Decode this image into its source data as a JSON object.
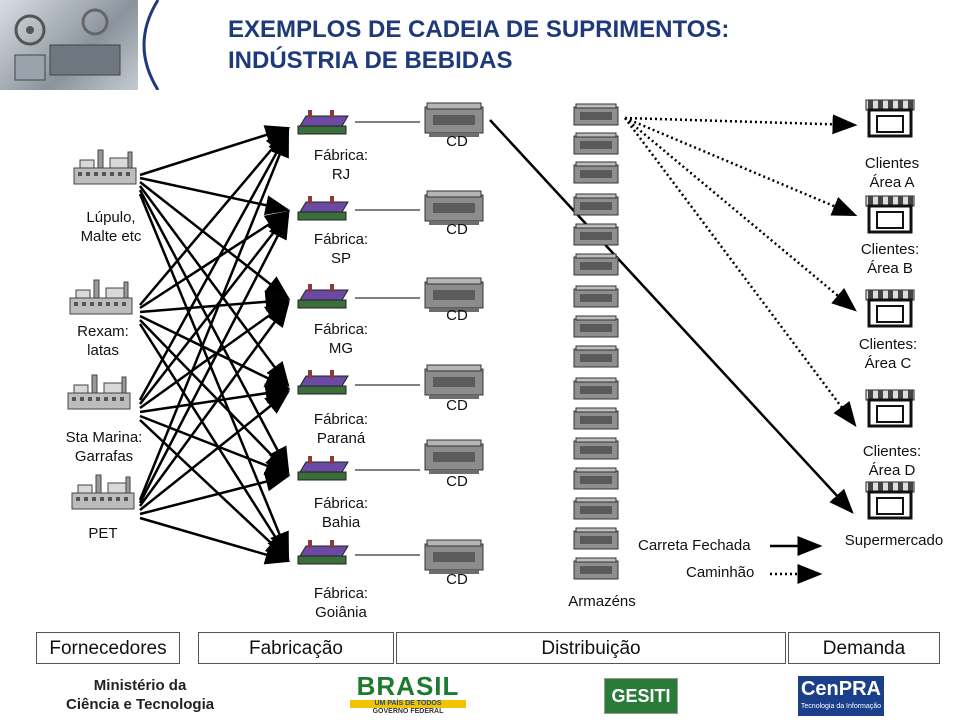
{
  "title": {
    "line1": "EXEMPLOS DE CADEIA DE SUPRIMENTOS:",
    "line2": "INDÚSTRIA DE BEBIDAS"
  },
  "suppliers": [
    {
      "label": "Lúpulo,\nMalte etc"
    },
    {
      "label": "Rexam:\nlatas"
    },
    {
      "label": "Sta Marina:\nGarrafas"
    },
    {
      "label": "PET"
    }
  ],
  "factories": [
    {
      "label": "Fábrica:\nRJ"
    },
    {
      "label": "Fábrica:\nSP"
    },
    {
      "label": "Fábrica:\nMG"
    },
    {
      "label": "Fábrica:\nParaná"
    },
    {
      "label": "Fábrica:\nBahia"
    },
    {
      "label": "Fábrica:\nGoiânia"
    }
  ],
  "distribution_centers": [
    "CD",
    "CD",
    "CD",
    "CD",
    "CD",
    "CD"
  ],
  "warehouse_label": "Armazéns",
  "clients": [
    {
      "label": "Clientes\nÁrea A"
    },
    {
      "label": "Clientes:\nÁrea B"
    },
    {
      "label": "Clientes:\nÁrea C"
    },
    {
      "label": "Clientes:\nÁrea D"
    },
    {
      "label": "Supermercado"
    }
  ],
  "legend": {
    "solid": "Carreta Fechada",
    "dotted": "Caminhão"
  },
  "panels": {
    "suppliers": "Fornecedores",
    "manufacturing": "Fabricação",
    "distribution": "Distribuição",
    "demand": "Demanda"
  },
  "footer": {
    "ministry": "Ministério da\nCiência e Tecnologia",
    "brasil": "BRASIL",
    "brasil_motto": "UM PAÍS DE TODOS",
    "brasil_gov": "GOVERNO FEDERAL",
    "gesiti": "GESITI",
    "cenpra": "CenPRA",
    "cenpra_sub": "Tecnologia da Informação"
  },
  "colors": {
    "title": "#1f3a7a",
    "factory_roof": "#7a4fb0",
    "factory_base": "#2e6d2e",
    "cenpra_bg": "#1b3f8b",
    "gesiti_bg": "#2a7a3a"
  },
  "icons": {
    "supplier": "industrial-plant-icon",
    "factory": "factory-icon",
    "cd": "warehouse-icon",
    "armazem": "storage-building-icon",
    "client": "storefront-icon"
  }
}
